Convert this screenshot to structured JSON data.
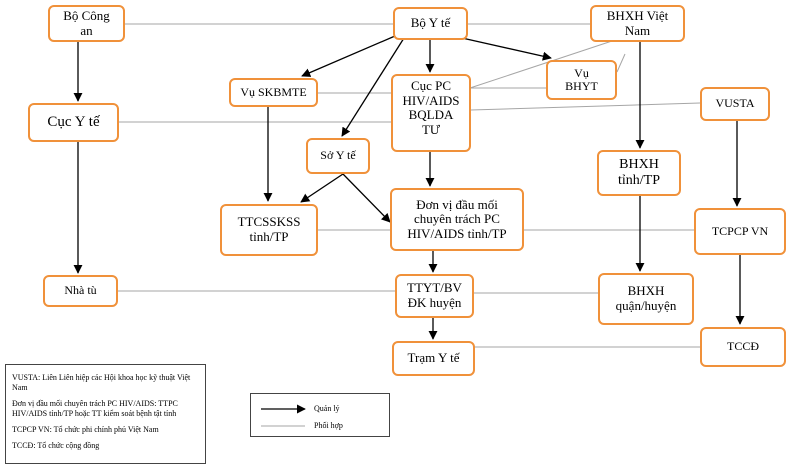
{
  "nodes": {
    "bo_cong_an": "Bộ Công\nan",
    "bo_y_te": "Bộ Y tế",
    "bhxh_viet_nam": "BHXH Việt\nNam",
    "vu_skbmte": "Vụ SKBMTE",
    "cuc_pc": "Cục PC\nHIV/AIDS\nBQLDA\nTƯ",
    "vu_bhyt": "Vụ\nBHYT",
    "cuc_y_te": "Cục Y tế",
    "vusta": "VUSTA",
    "so_y_te": "Sở Y tế",
    "bhxh_tinh": "BHXH\ntỉnh/TP",
    "ttcsskss": "TTCSSKSS\ntỉnh/TP",
    "don_vi_dau_moi": "Đơn vị đầu mối\nchuyên trách PC\nHIV/AIDS tỉnh/TP",
    "tcpcp_vn": "TCPCP VN",
    "nha_tu": "Nhà tù",
    "ttyt_bv": "TTYT/BV\nĐK huyện",
    "bhxh_quan": "BHXH\nquận/huyện",
    "tccd": "TCCĐ",
    "tram_y_te": "Trạm Y tế"
  },
  "notes": [
    "VUSTA: Liên Liên hiệp các Hội khoa học kỹ thuật Việt Nam",
    "Đơn vị đầu mối chuyên trách PC HIV/AIDS: TTPC HIV/AIDS tỉnh/TP hoặc TT kiểm soát bệnh tật tỉnh",
    "TCPCP VN: Tổ chức phi chính phủ Việt Nam",
    "TCCĐ: Tổ chức cộng đồng"
  ],
  "legend": {
    "manage": "Quản lý",
    "coordinate": "Phối hợp"
  },
  "colors": {
    "box_border": "#f0913a",
    "arrow": "#000000",
    "coordination_line": "#a6a6a6"
  }
}
